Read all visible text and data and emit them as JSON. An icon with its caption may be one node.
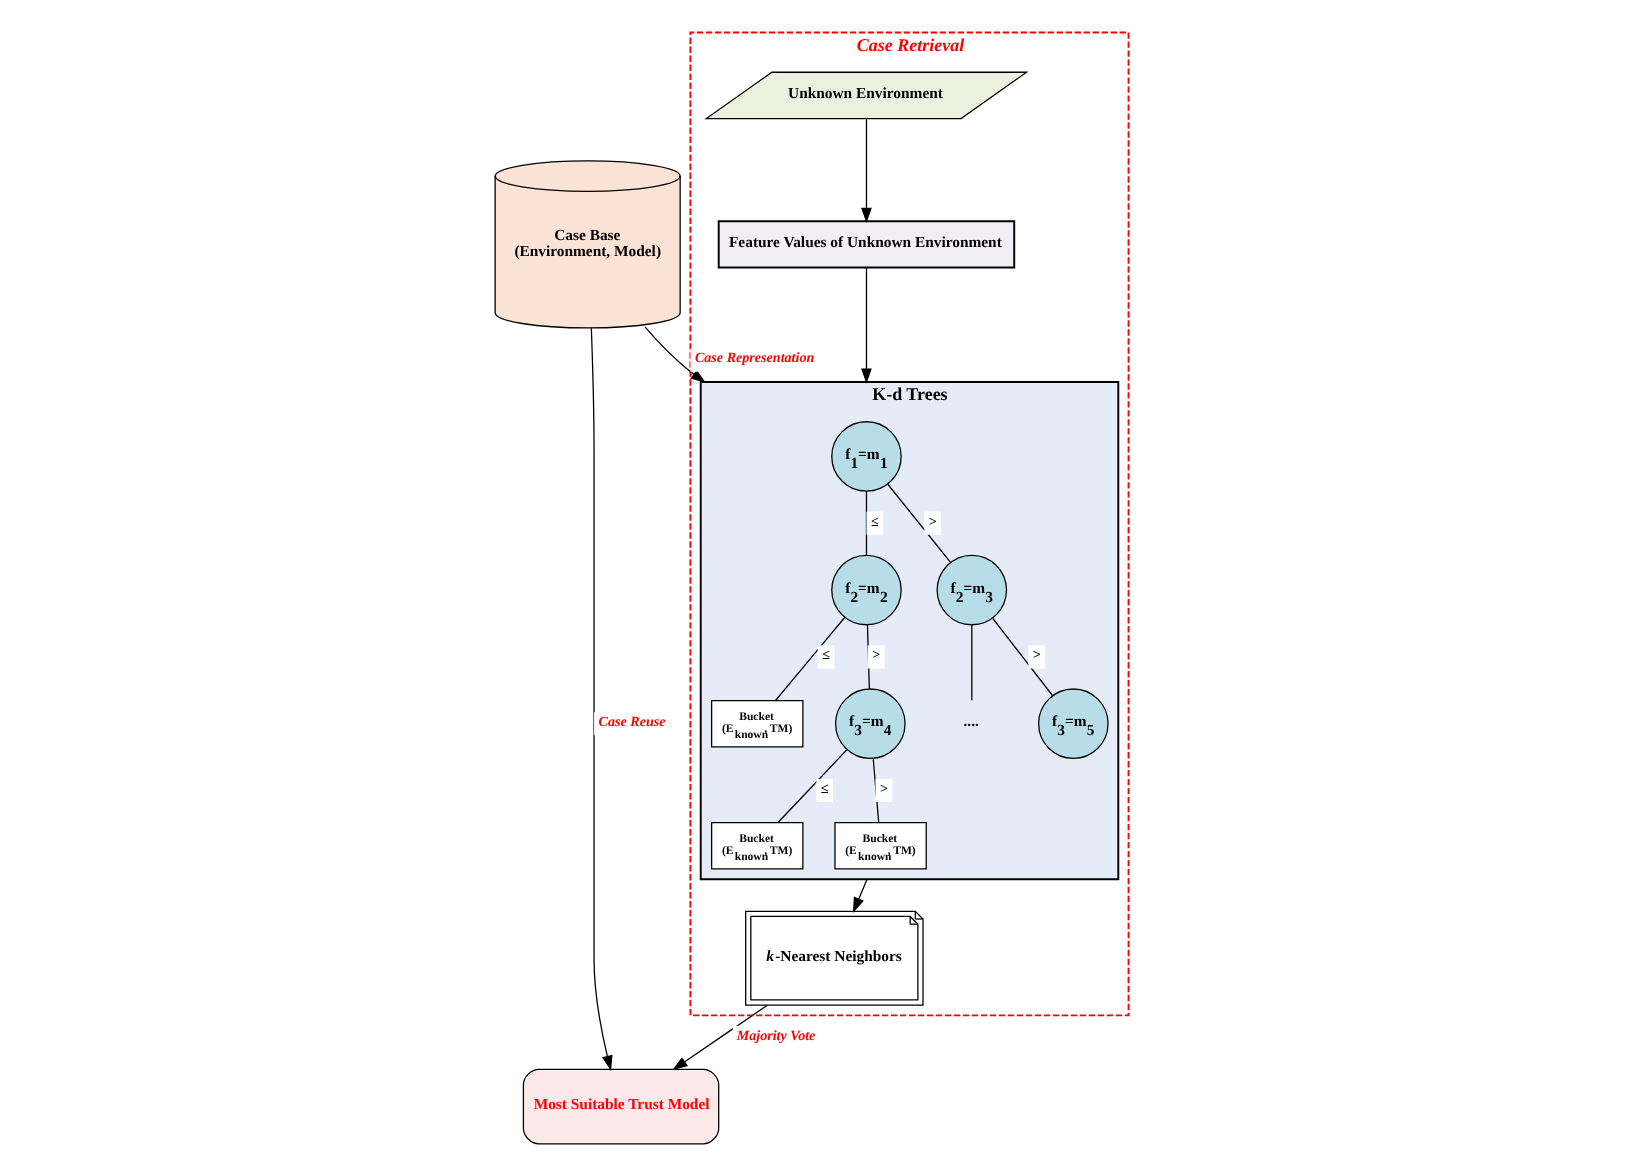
{
  "diagram": {
    "nodes": [
      {
        "text": [
          "Case Retrieval"
        ]
      },
      {
        "text": [
          "K-d Trees"
        ],
        "in": 0
      },
      {
        "text": [
          "f$_{1}$=m$_{1}$"
        ],
        "in": 1
      },
      {
        "text": [
          "f$_{2}$=m$_{2}$"
        ],
        "in": 1
      },
      {
        "text": [
          "f$_{2}$=m$_{3}$"
        ],
        "in": 1
      },
      {
        "text": [
          "Bucket",
          "(E$_{known}$, TM)"
        ],
        "in": 1
      },
      {
        "text": [
          "f$_{3}$=m$_{4}$"
        ],
        "in": 1
      },
      {
        "text": [
          "...."
        ],
        "in": 1
      },
      {
        "text": [
          "f$_{3}$=m$_{5}$"
        ],
        "in": 1
      },
      {
        "text": [
          "Bucket",
          "(E$_{known}$, TM)"
        ],
        "in": 1
      },
      {
        "text": [
          "Bucket",
          "(E$_{known}$, TM)"
        ],
        "in": 1
      },
      {
        "text": [
          "Feature Values of Unknown Environment"
        ],
        "in": 0
      },
      {
        "text": [
          "Unknown Environment"
        ],
        "in": 0
      },
      {
        "text": [
          "*k*-Nearest Neighbors"
        ],
        "in": 0
      },
      {
        "text": [
          "Case Base",
          "(Environment, Model)"
        ]
      },
      {
        "text": [
          "Most Suitable Trust Model"
        ]
      }
    ],
    "edges": [
      {
        "from": 14,
        "to": 1,
        "arrow": "to",
        "label": "Case Representation"
      },
      {
        "from": 11,
        "to": 1,
        "arrow": "to"
      },
      {
        "from": 12,
        "to": 11,
        "arrow": "to"
      },
      {
        "from": 2,
        "to": 3,
        "arrow": "none",
        "label": "≤"
      },
      {
        "from": 2,
        "to": 4,
        "arrow": "none",
        "label": ">"
      },
      {
        "from": 3,
        "to": 5,
        "arrow": "none",
        "label": "≤"
      },
      {
        "from": 3,
        "to": 6,
        "arrow": "none",
        "label": ">"
      },
      {
        "from": 4,
        "to": 7,
        "arrow": "none"
      },
      {
        "from": 4,
        "to": 8,
        "arrow": "none",
        "label": ">"
      },
      {
        "from": 6,
        "to": 9,
        "arrow": "none",
        "label": "≤"
      },
      {
        "from": 6,
        "to": 10,
        "arrow": "none",
        "label": ">"
      },
      {
        "from": 1,
        "to": 13,
        "arrow": "to"
      },
      {
        "from": 13,
        "to": 15,
        "arrow": "to",
        "label": "Majority Vote"
      },
      {
        "from": 14,
        "to": 15,
        "arrow": "to",
        "label": "Case Reuse"
      }
    ]
  }
}
